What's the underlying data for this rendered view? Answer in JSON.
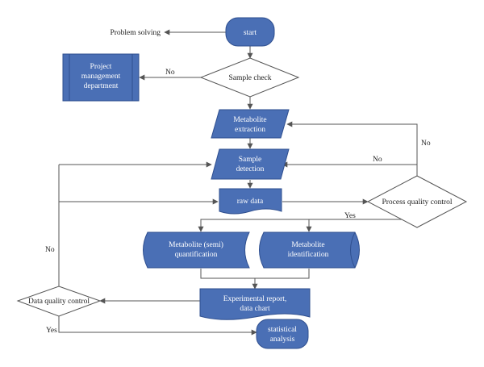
{
  "diagram": {
    "start": "start",
    "problem_solving": "Problem solving",
    "project_dept": [
      "Project",
      "management",
      "department"
    ],
    "sample_check": "Sample check",
    "metabolite_extraction": [
      "Metabolite",
      "extraction"
    ],
    "sample_detection": [
      "Sample",
      "detection"
    ],
    "raw_data": "raw data",
    "process_qc": "Process quality control",
    "semi_quant": [
      "Metabolite (semi)",
      "quantification"
    ],
    "identification": [
      "Metabolite",
      "identification"
    ],
    "report": [
      "Experimental report,",
      "data chart"
    ],
    "data_qc": "Data quality control",
    "statistical": [
      "statistical",
      "analysis"
    ],
    "labels": {
      "no_sample_check": "No",
      "no_process_top": "No",
      "no_process_mid": "No",
      "yes_process": "Yes",
      "no_data_qc": "No",
      "yes_data_qc": "Yes"
    }
  },
  "colors": {
    "node_fill": "#4a6fb5",
    "node_stroke": "#2f4f8f",
    "line": "#555555"
  }
}
